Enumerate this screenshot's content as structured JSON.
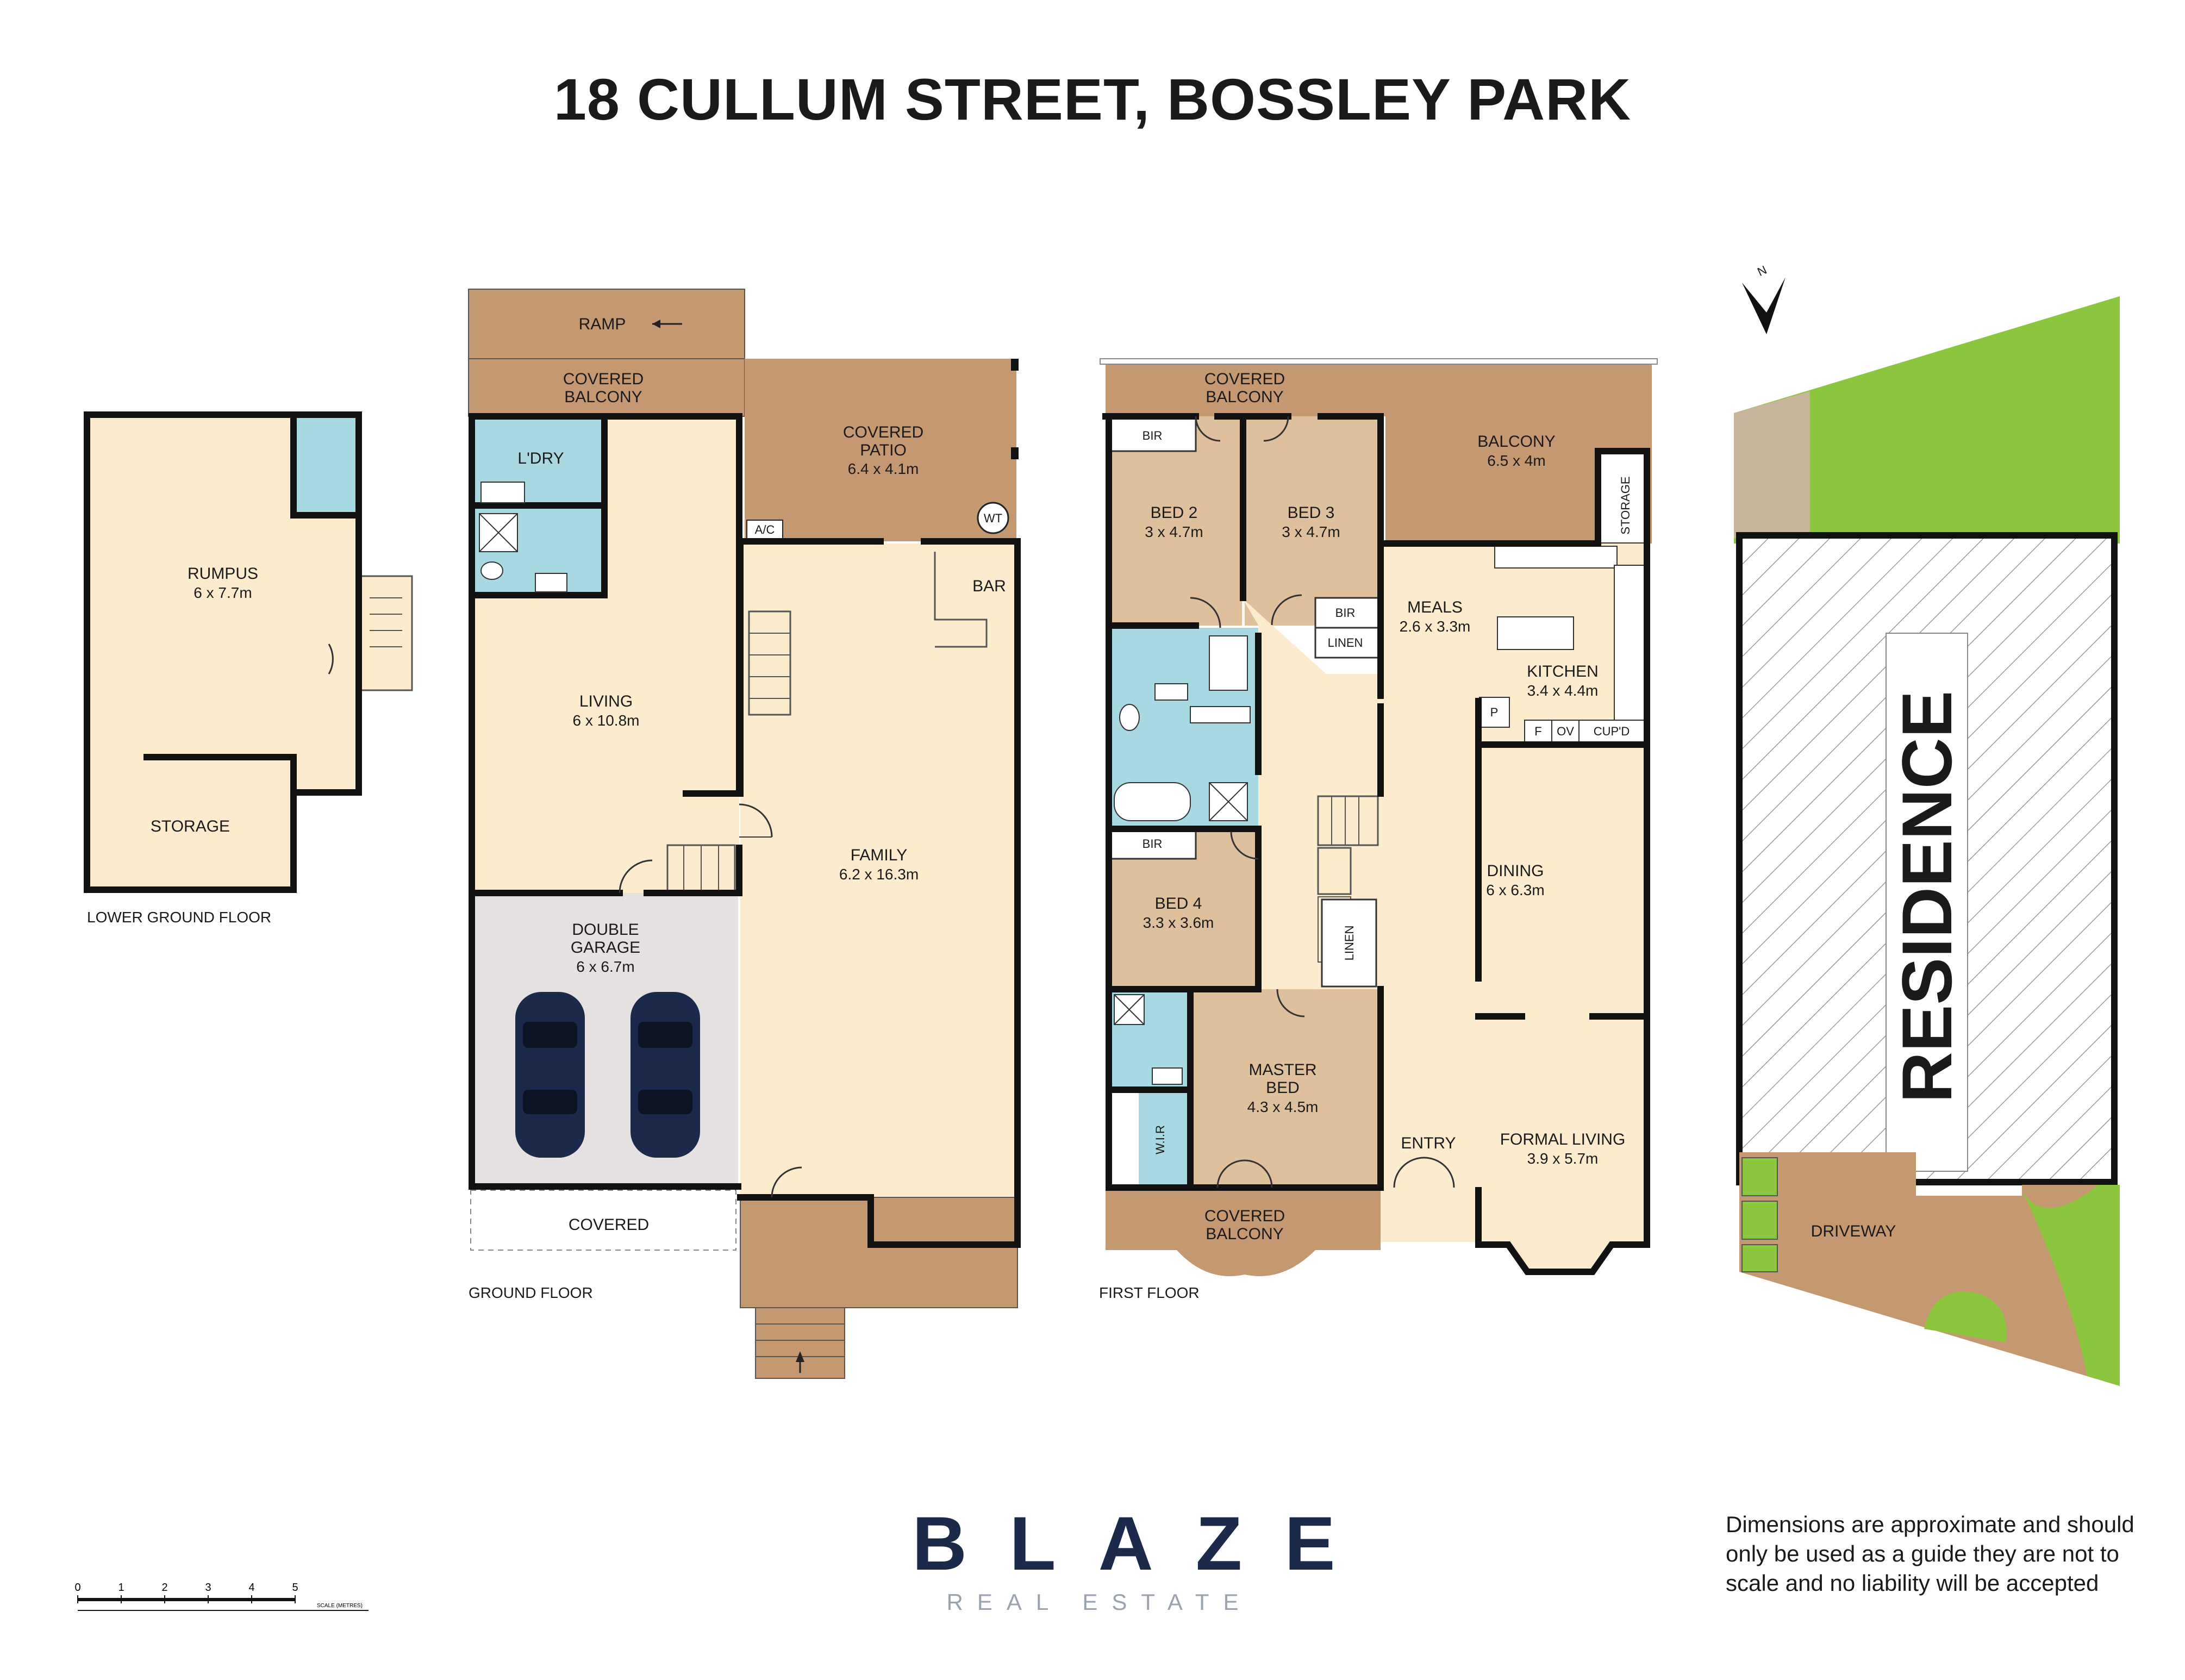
{
  "title": "18 CULLUM STREET, BOSSLEY PARK",
  "colors": {
    "floor": "#fcebcd",
    "wet": "#a8d9e2",
    "bedroom": "#dfc09c",
    "outdoor": "#c49870",
    "garage": "#e4e1e0",
    "lawn": "#8cc63f",
    "residence_bg": "#ffffff",
    "wall": "#111111",
    "car": "#1b2a4a",
    "brand": "#1b2a4a"
  },
  "floors": {
    "lower_ground": "LOWER GROUND FLOOR",
    "ground": "GROUND FLOOR",
    "first": "FIRST FLOOR"
  },
  "rooms": {
    "rumpus": {
      "name": "RUMPUS",
      "dims": "6 x 7.7m"
    },
    "storage_lg": {
      "name": "STORAGE"
    },
    "ramp": {
      "name": "RAMP"
    },
    "covered_balcony_g": {
      "name": "COVERED",
      "name2": "BALCONY"
    },
    "covered_patio": {
      "name": "COVERED",
      "name2": "PATIO",
      "dims": "6.4 x 4.1m"
    },
    "wt": {
      "name": "WT"
    },
    "ac": {
      "name": "A/C"
    },
    "laundry": {
      "name": "L'DRY"
    },
    "bar": {
      "name": "BAR"
    },
    "living": {
      "name": "LIVING",
      "dims": "6 x 10.8m"
    },
    "family": {
      "name": "FAMILY",
      "dims": "6.2 x 16.3m"
    },
    "garage": {
      "name": "DOUBLE",
      "name2": "GARAGE",
      "dims": "6 x 6.7m"
    },
    "covered_g": {
      "name": "COVERED"
    },
    "covered_balcony_f": {
      "name": "COVERED",
      "name2": "BALCONY"
    },
    "balcony": {
      "name": "BALCONY",
      "dims": "6.5 x 4m"
    },
    "storage_f": {
      "name": "STORAGE"
    },
    "bed2": {
      "name": "BED 2",
      "dims": "3 x 4.7m"
    },
    "bed3": {
      "name": "BED 3",
      "dims": "3 x 4.7m"
    },
    "bir1": {
      "name": "BIR"
    },
    "bir2": {
      "name": "BIR"
    },
    "bir3": {
      "name": "BIR"
    },
    "linen1": {
      "name": "LINEN"
    },
    "linen2": {
      "name": "LINEN"
    },
    "meals": {
      "name": "MEALS",
      "dims": "2.6 x 3.3m"
    },
    "kitchen": {
      "name": "KITCHEN",
      "dims": "3.4 x 4.4m"
    },
    "pantry": {
      "name": "P"
    },
    "fridge": {
      "name": "F"
    },
    "oven": {
      "name": "OV"
    },
    "cupd": {
      "name": "CUP'D"
    },
    "bed4": {
      "name": "BED 4",
      "dims": "3.3 x 3.6m"
    },
    "dining": {
      "name": "DINING",
      "dims": "6 x 6.3m"
    },
    "master": {
      "name": "MASTER",
      "name2": "BED",
      "dims": "4.3 x 4.5m"
    },
    "wir": {
      "name": "W.I.R"
    },
    "entry": {
      "name": "ENTRY"
    },
    "formal": {
      "name": "FORMAL LIVING",
      "dims": "3.9 x 5.7m"
    },
    "covered_balcony_f2": {
      "name": "COVERED",
      "name2": "BALCONY"
    }
  },
  "site": {
    "residence": "RESIDENCE",
    "driveway": "DRIVEWAY",
    "north": "N"
  },
  "brand": {
    "name": "BLAZE",
    "sub": "REAL ESTATE"
  },
  "disclaimer": "Dimensions are approximate and should only be used as a guide they are not to scale and no liability will be accepted",
  "scale": {
    "ticks": [
      "0",
      "1",
      "2",
      "3",
      "4",
      "5"
    ],
    "label": "SCALE (METRES)"
  }
}
